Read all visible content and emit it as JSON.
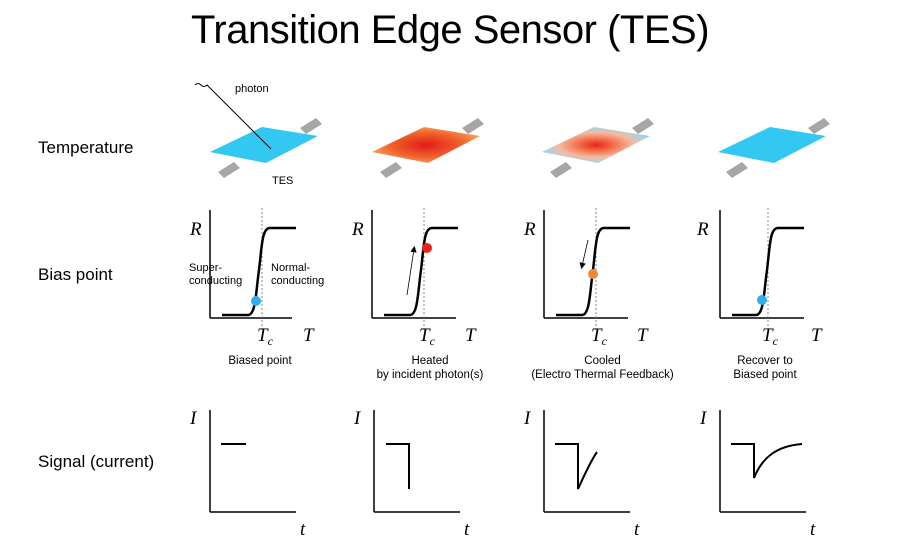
{
  "title": "Transition Edge Sensor (TES)",
  "rows": {
    "temperature": "Temperature",
    "bias": "Bias point",
    "signal": "Signal (current)"
  },
  "temperature_labels": {
    "photon": "photon",
    "tes": "TES"
  },
  "bias_labels": {
    "super": [
      "Super-",
      "conducting"
    ],
    "normal": [
      "Normal-",
      "conducting"
    ]
  },
  "axes": {
    "r": "R",
    "t_upper": "T",
    "tc": "T",
    "tc_sub": "c",
    "i": "I",
    "t_lower": "t"
  },
  "captions": [
    [
      "Biased point"
    ],
    [
      "Heated",
      "by incident photon(s)"
    ],
    [
      "Cooled",
      "(Electro Thermal Feedback)"
    ],
    [
      "Recover to",
      "Biased point"
    ]
  ],
  "colors": {
    "tes_cool": "#33c8f2",
    "tes_hot_center": "#e8231b",
    "tes_hot_edge": "#f7a25a",
    "bias_blue": "#2eaef0",
    "bias_red": "#e8231b",
    "bias_orange": "#f08a3a",
    "leg": "#a6a6a6"
  }
}
